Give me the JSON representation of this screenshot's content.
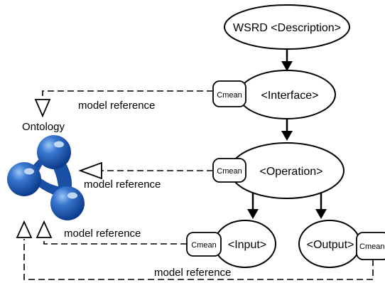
{
  "nodes": {
    "description": "WSRD <Description>",
    "interface": "<Interface>",
    "operation": "<Operation>",
    "input": "<Input>",
    "output": "<Output>"
  },
  "cmean": {
    "interface": "Cmean",
    "operation": "Cmean",
    "input": "Cmean",
    "output": "Cmean"
  },
  "labels": {
    "ontology": "Ontology",
    "model_reference_1": "model reference",
    "model_reference_2": "model reference",
    "model_reference_3": "model reference",
    "model_reference_4": "model reference"
  },
  "icons": {
    "ontology_graph": "ontology-graph-icon"
  },
  "colors": {
    "graph_blue": "#1a4fa6",
    "graph_highlight": "#7fb3f0",
    "stroke": "#000000"
  }
}
